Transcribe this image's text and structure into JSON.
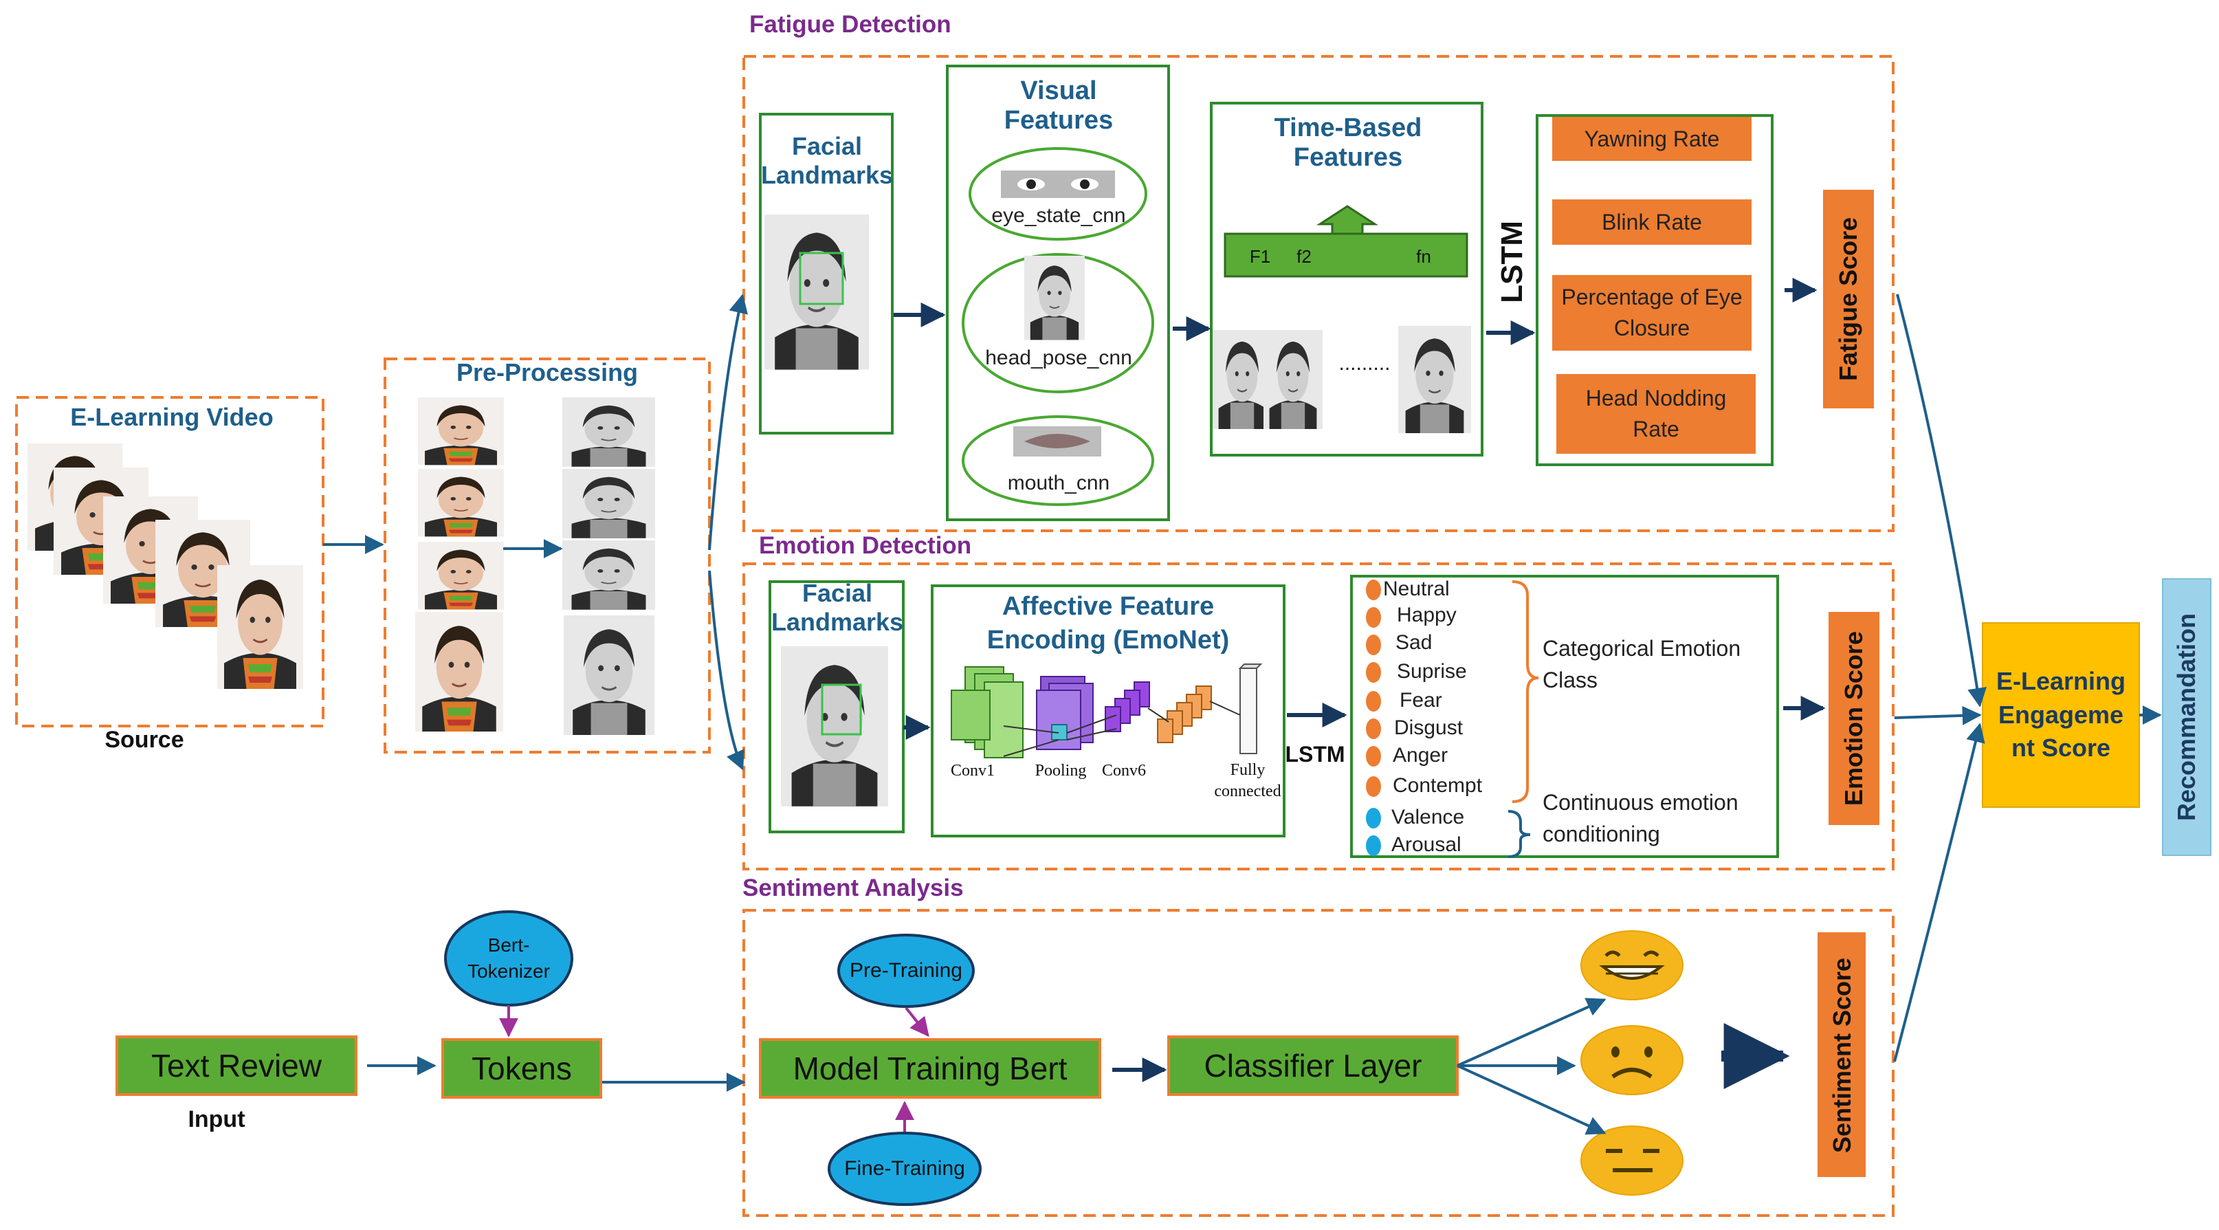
{
  "source": {
    "title": "E-Learning Video",
    "caption": "Source"
  },
  "preprocessing": {
    "title": "Pre-Processing"
  },
  "fatigue": {
    "section": "Fatigue Detection",
    "landmarks": "Facial Landmarks",
    "visual_title": "Visual Features",
    "visual_items": [
      "eye_state_cnn",
      "head_pose_cnn",
      "mouth_cnn"
    ],
    "time_title": "Time-Based Features",
    "time_bar": [
      "F1",
      "f2",
      "fn"
    ],
    "frames_dots": ".........",
    "lstm": "LSTM",
    "metrics": [
      "Yawning Rate",
      "Blink Rate",
      "Percentage of Eye Closure",
      "Head Nodding Rate"
    ],
    "score": "Fatigue Score"
  },
  "emotion": {
    "section": "Emotion Detection",
    "landmarks": "Facial Landmarks",
    "encoding_title": "Affective Feature Encoding (EmoNet)",
    "layers": [
      "Conv1",
      "Pooling",
      "Conv6",
      "Fully connected"
    ],
    "lstm": "LSTM",
    "categorical": [
      "Neutral",
      "Happy",
      "Sad",
      "Suprise",
      "Fear",
      "Disgust",
      "Anger",
      "Contempt"
    ],
    "continuous": [
      "Valence",
      "Arousal"
    ],
    "categorical_label": "Categorical Emotion Class",
    "continuous_label": "Continuous emotion conditioning",
    "score": "Emotion Score"
  },
  "sentiment": {
    "section": "Sentiment Analysis",
    "text_review": "Text Review",
    "input_caption": "Input",
    "tokenizer": "Bert-Tokenizer",
    "tokens": "Tokens",
    "pretraining": "Pre-Training",
    "finetraining": "Fine-Training",
    "model": "Model Training Bert",
    "classifier": "Classifier Layer",
    "score": "Sentiment Score"
  },
  "engagement": "E-Learning Engagement Score",
  "recommendation": "Recommandation",
  "colors": {
    "orange": "#ed7d31",
    "green": "#5aab35",
    "yellow": "#ffc000",
    "lightblue": "#9dd3ea",
    "cyan": "#1aa7e0",
    "purple": "#7a2a8c",
    "arrow": "#1f5f8b"
  }
}
